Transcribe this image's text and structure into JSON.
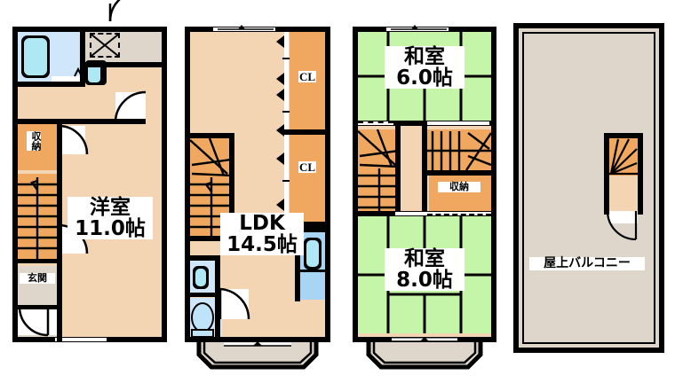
{
  "document": {
    "kind": "floor-plan",
    "title": "間取り図",
    "panel_count": 4
  },
  "colors": {
    "wall": "#000000",
    "floor_wood": "#F4D5B3",
    "tatami_green": "#C4F5A8",
    "storage_orange": "#F0A860",
    "balcony_beige": "#DED5CB",
    "washroom_blue": "#CFE6FB",
    "kitchen_blue": "#A9D5F5",
    "fixture_water": "#AEE8F5",
    "fixture_white": "#FFFFFF"
  },
  "floors": [
    {
      "id": "floor-1",
      "rooms": [
        {
          "name": "洋室",
          "size": "11.0帖",
          "type": "western-room"
        },
        {
          "name": "収納",
          "size": "",
          "type": "closet"
        },
        {
          "name": "玄関",
          "size": "",
          "type": "entrance"
        }
      ],
      "fixtures": [
        "bathtub",
        "washroom",
        "vanity-sink",
        "washing-machine-space",
        "staircase-up",
        "entry-door",
        "interior-door"
      ]
    },
    {
      "id": "floor-2",
      "rooms": [
        {
          "name": "LDK",
          "size": "14.5帖",
          "type": "living-dining-kitchen"
        },
        {
          "name": "CL",
          "size": "",
          "type": "closet-upper"
        },
        {
          "name": "CL",
          "size": "",
          "type": "closet-lower"
        }
      ],
      "fixtures": [
        "kitchen-sink",
        "toilet",
        "hand-sink",
        "staircase",
        "bay-window",
        "balcony-door"
      ]
    },
    {
      "id": "floor-3",
      "rooms": [
        {
          "name": "和室",
          "size": "6.0帖",
          "type": "japanese-room"
        },
        {
          "name": "和室",
          "size": "8.0帖",
          "type": "japanese-room"
        },
        {
          "name": "収納",
          "size": "",
          "type": "closet"
        }
      ],
      "fixtures": [
        "staircase-down",
        "staircase-up",
        "bay-window"
      ]
    },
    {
      "id": "floor-rooftop",
      "rooms": [
        {
          "name": "屋上バルコニー",
          "size": "",
          "type": "rooftop-balcony"
        }
      ],
      "fixtures": [
        "staircase-down",
        "roof-access-door"
      ]
    }
  ],
  "labels": {
    "f1_main_line1": "洋室",
    "f1_main_line2": "11.0帖",
    "f1_storage": "収納",
    "f1_entrance": "玄関",
    "f2_main_line1": "LDK",
    "f2_main_line2": "14.5帖",
    "f2_cl_upper": "CL",
    "f2_cl_lower": "CL",
    "f3_room_a_line1": "和室",
    "f3_room_a_line2": "6.0帖",
    "f3_room_b_line1": "和室",
    "f3_room_b_line2": "8.0帖",
    "f3_storage": "収納",
    "f4_balcony": "屋上バルコニー"
  }
}
